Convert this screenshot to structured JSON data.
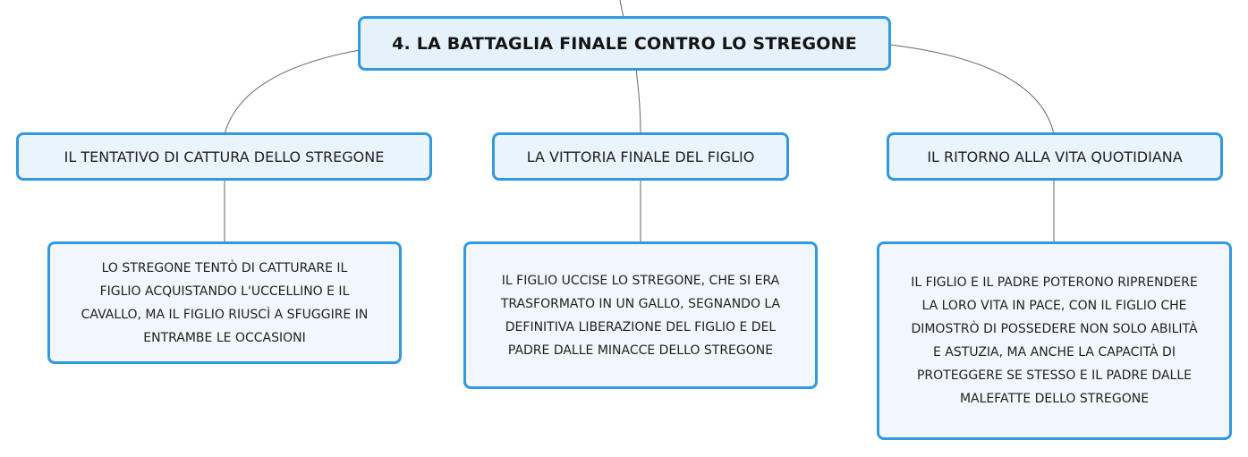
{
  "colors": {
    "border": "#3399dd",
    "root_fill": "#e6f2fb",
    "topic_fill": "#eaf4fc",
    "detail_fill": "#f1f7fd",
    "connector": "#666666",
    "text": "#1f1f1f"
  },
  "root": {
    "title": "4. LA BATTAGLIA FINALE CONTRO LO STREGONE"
  },
  "topics": [
    {
      "title": "IL TENTATIVO DI CATTURA DELLO STREGONE",
      "detail_lines": [
        "LO STREGONE TENTÒ DI CATTURARE IL",
        "FIGLIO ACQUISTANDO L'UCCELLINO E IL",
        "CAVALLO, MA IL FIGLIO RIUSCÌ A SFUGGIRE IN",
        "ENTRAMBE LE OCCASIONI"
      ]
    },
    {
      "title": "LA VITTORIA FINALE DEL FIGLIO",
      "detail_lines": [
        "IL FIGLIO UCCISE LO STREGONE, CHE SI ERA",
        "TRASFORMATO IN UN GALLO, SEGNANDO LA",
        "DEFINITIVA LIBERAZIONE DEL FIGLIO E DEL",
        "PADRE DALLE MINACCE DELLO STREGONE"
      ]
    },
    {
      "title": "IL RITORNO ALLA VITA QUOTIDIANA",
      "detail_lines": [
        "IL FIGLIO E IL PADRE POTERONO RIPRENDERE",
        "LA LORO VITA IN PACE, CON IL FIGLIO CHE",
        "DIMOSTRÒ DI POSSEDERE NON SOLO ABILITÀ",
        "E ASTUZIA, MA ANCHE LA CAPACITÀ DI",
        "PROTEGGERE SE STESSO E IL PADRE DALLE",
        "MALEFATTE DELLO STREGONE"
      ]
    }
  ]
}
